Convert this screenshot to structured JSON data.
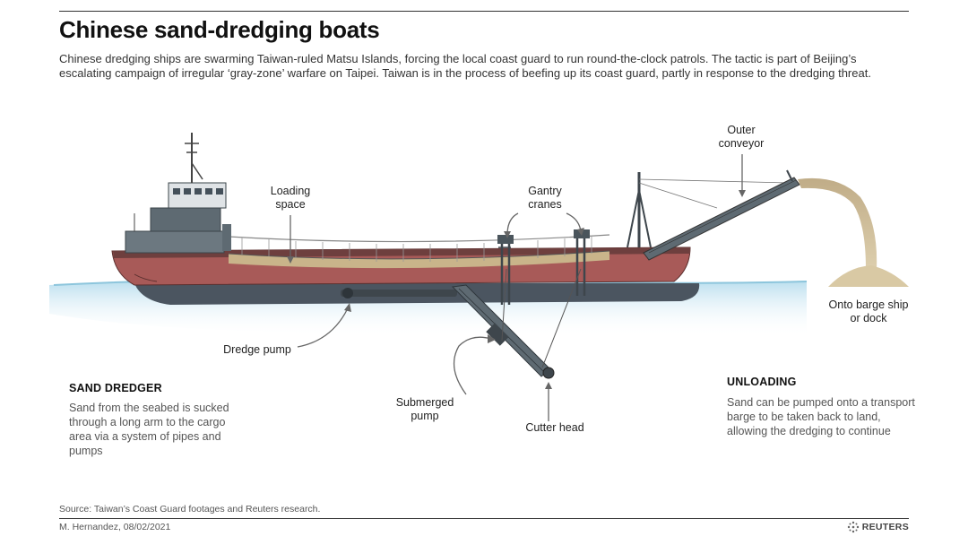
{
  "header": {
    "title": "Chinese sand-dredging boats",
    "subtitle": "Chinese dredging ships are swarming Taiwan-ruled Matsu Islands, forcing the local coast guard to run round-the-clock patrols. The tactic is part of Beijing’s escalating campaign of irregular ‘gray-zone’ warfare on Taipei. Taiwan is in the process of beefing up its coast guard, partly in response to the dredging threat."
  },
  "labels": {
    "loading_space": "Loading\nspace",
    "gantry_cranes": "Gantry\ncranes",
    "outer_conveyor": "Outer\nconveyor",
    "onto_barge": "Onto barge ship\nor dock",
    "dredge_pump": "Dredge pump",
    "submerged_pump": "Submerged\npump",
    "cutter_head": "Cutter head"
  },
  "sand_dredger": {
    "heading": "SAND DREDGER",
    "body": "Sand from the seabed is sucked through a long arm to the cargo area via a system of pipes and pumps"
  },
  "unloading": {
    "heading": "UNLOADING",
    "body": "Sand can be pumped onto a transport barge to be taken back to land, allowing the dredging to continue"
  },
  "footer": {
    "source": "Source: Taiwan’s Coast Guard footages and Reuters research.",
    "credit": "M. Hernandez,  08/02/2021",
    "brand": "REUTERS"
  },
  "colors": {
    "hull_red": "#a85a58",
    "hull_dark": "#4b5560",
    "water": "#bfe1ef",
    "sand": "#c9b48a",
    "machinery": "#5e6a72"
  },
  "icons": {
    "brand_logo": "reuters-dots-icon"
  }
}
